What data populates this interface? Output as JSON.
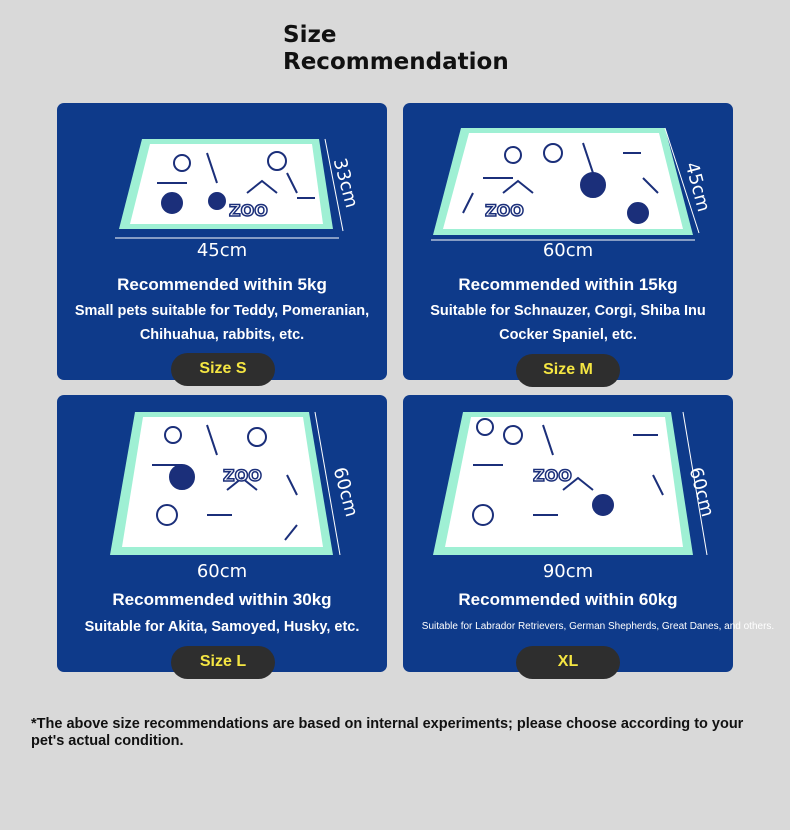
{
  "page": {
    "title": "Size Recommendation",
    "footnote": "*The above size recommendations are based on internal experiments; please choose according to your pet's actual condition."
  },
  "colors": {
    "background": "#d9d9d9",
    "card": "#0e3a8a",
    "badge_bg": "#2e2e2e",
    "badge_text": "#f5e642",
    "pad_border": "#9ff0d4"
  },
  "pad_pattern_text": "ZOO",
  "sizes": [
    {
      "width_label": "45cm",
      "height_label": "33cm",
      "recommendation": "Recommended within 5kg",
      "description": "Small pets suitable for Teddy, Pomeranian, Chihuahua, rabbits, etc.",
      "badge": "Size S"
    },
    {
      "width_label": "60cm",
      "height_label": "45cm",
      "recommendation": "Recommended within 15kg",
      "description": "Suitable for Schnauzer, Corgi, Shiba Inu Cocker Spaniel, etc.",
      "badge": "Size M"
    },
    {
      "width_label": "60cm",
      "height_label": "60cm",
      "recommendation": "Recommended within 30kg",
      "description": "Suitable for Akita, Samoyed, Husky, etc.",
      "badge": "Size L"
    },
    {
      "width_label": "90cm",
      "height_label": "60cm",
      "recommendation": "Recommended within 60kg",
      "description": "Suitable for Labrador Retrievers, German Shepherds, Great Danes, and others.",
      "badge": "XL"
    }
  ]
}
